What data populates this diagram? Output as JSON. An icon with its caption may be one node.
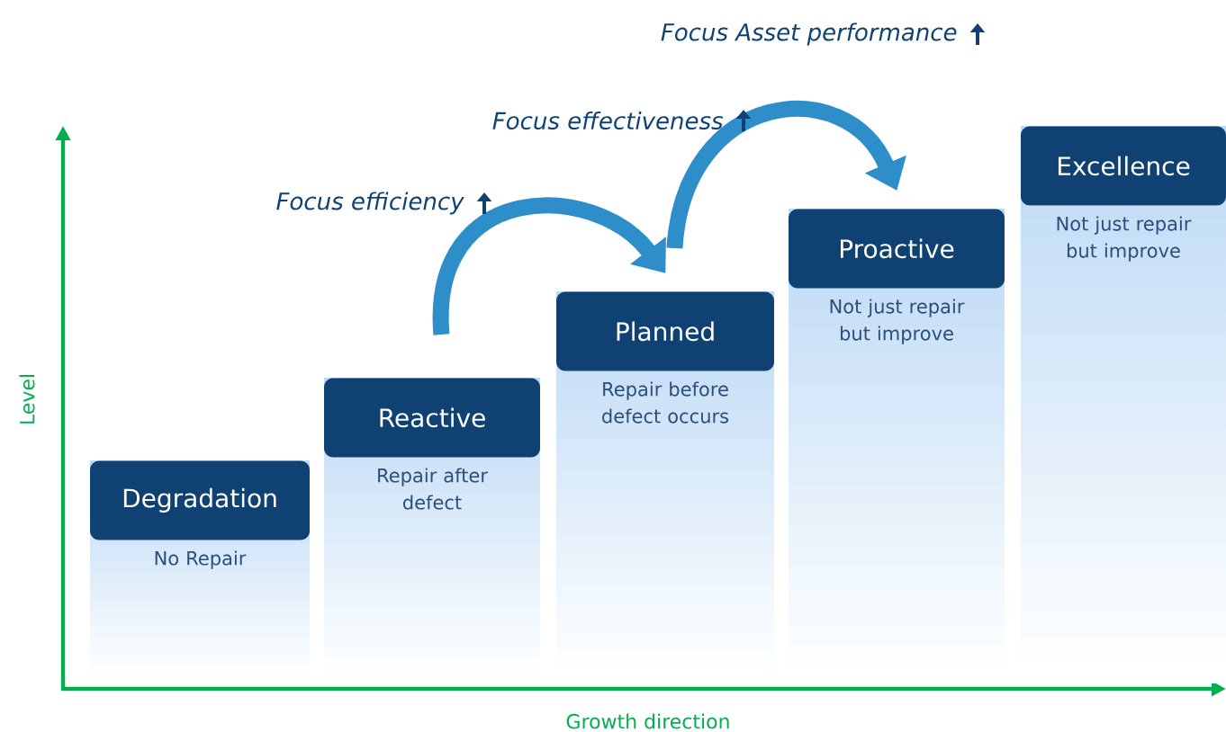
{
  "diagram": {
    "nodes": [
      {
        "text": [
          "Degradation",
          "No Repair"
        ]
      },
      {
        "text": [
          "Reactive",
          "Repair after defect"
        ]
      },
      {
        "text": [
          "Planned",
          "Repair before defect occurs"
        ]
      },
      {
        "text": [
          "Proactive",
          "Not just repair but improve"
        ]
      },
      {
        "text": [
          "Excellence",
          "Not just repair but improve"
        ]
      }
    ],
    "edges": [
      {
        "from": 1,
        "to": 2,
        "arrow": "to"
      },
      {
        "from": 2,
        "to": 3,
        "arrow": "to"
      }
    ],
    "labels": [
      "Focus Asset performance",
      "Focus effectiveness",
      "Focus efficiency",
      "Level",
      "Growth direction"
    ]
  }
}
